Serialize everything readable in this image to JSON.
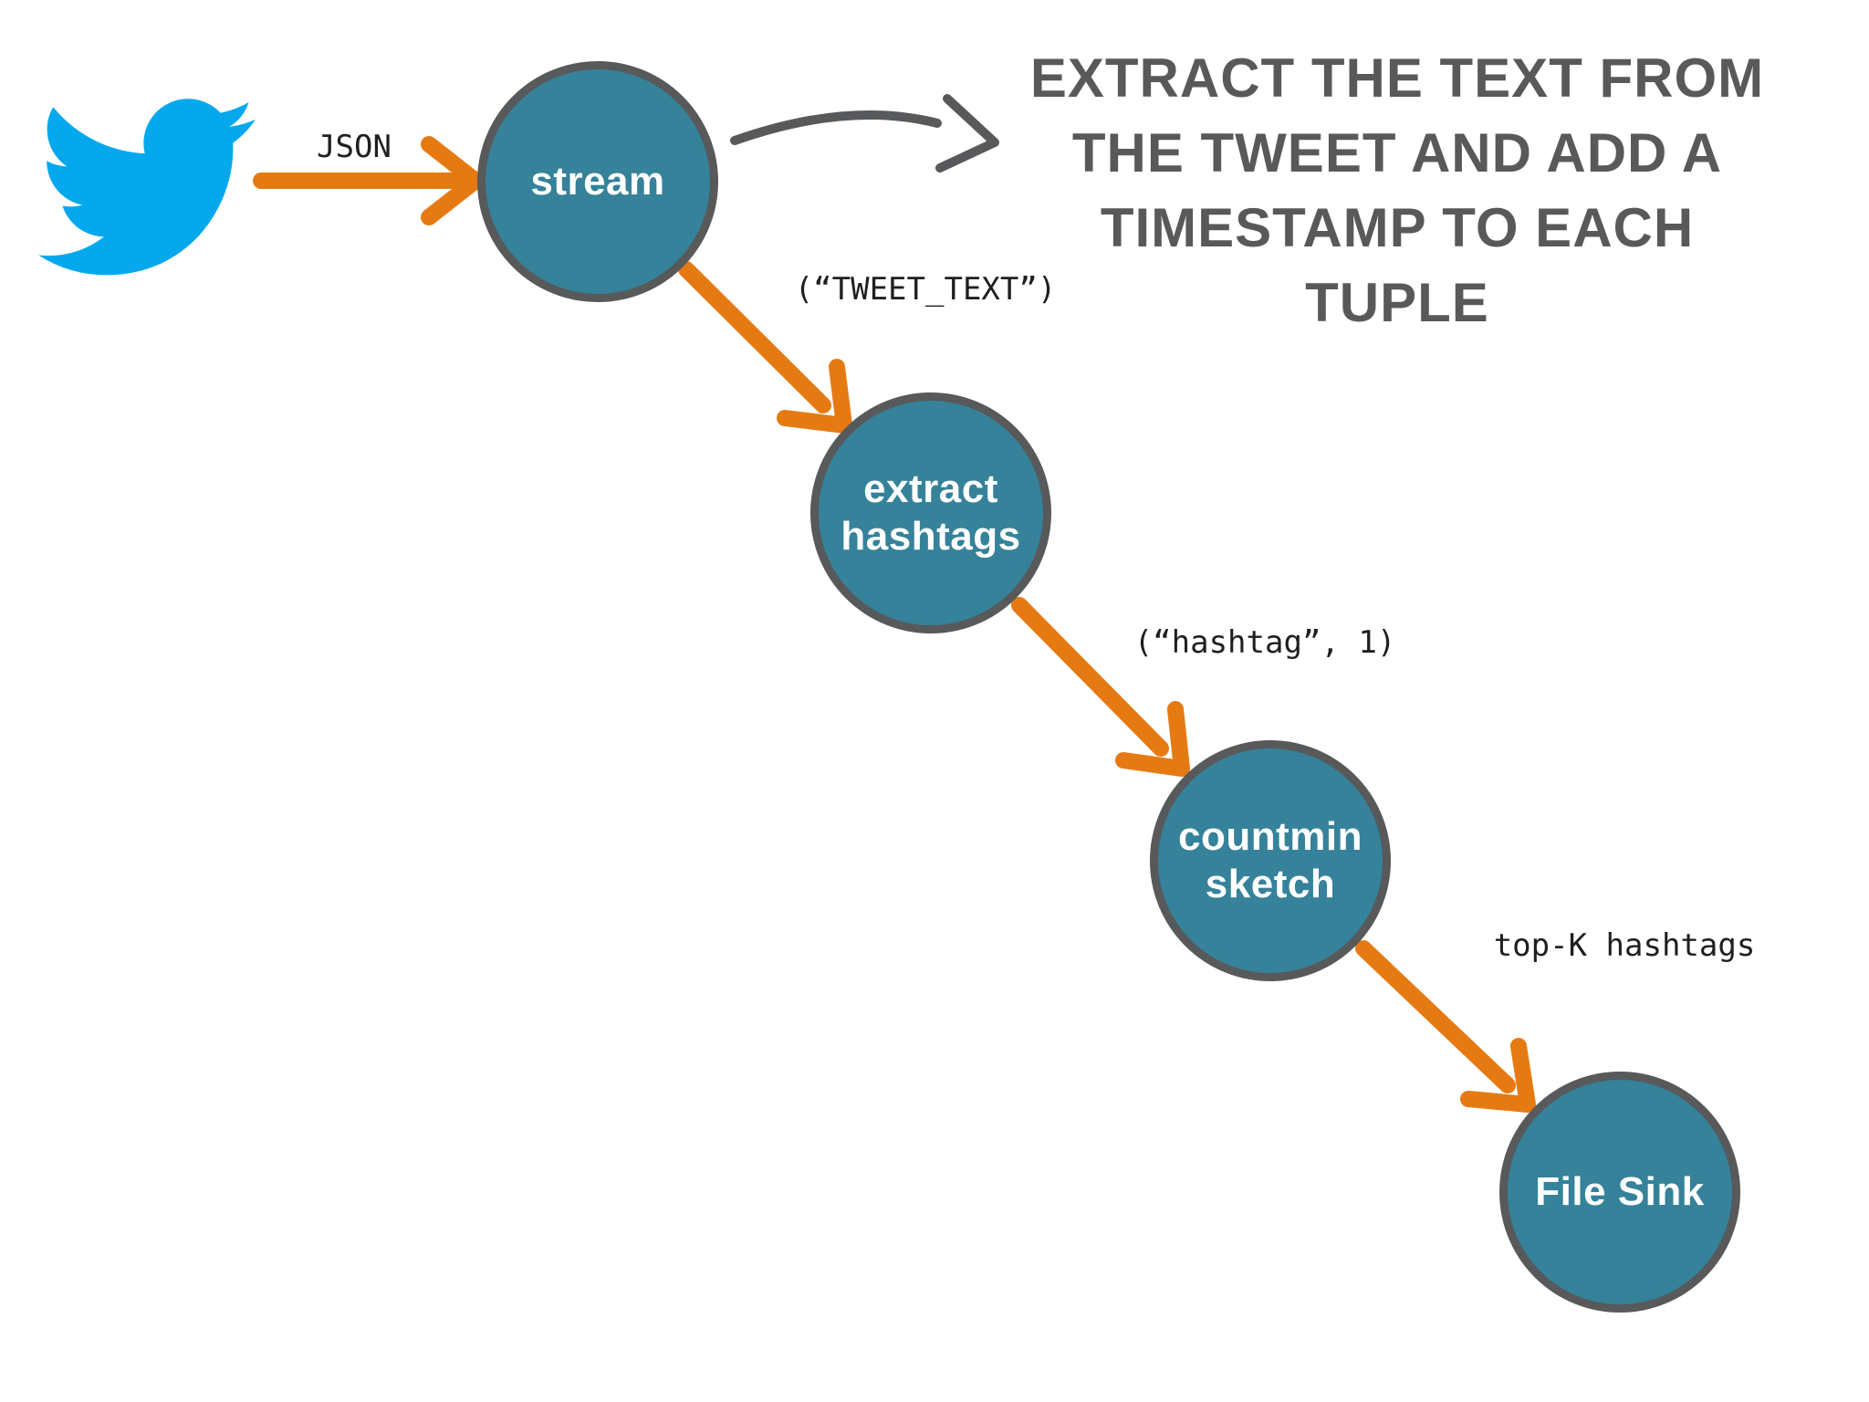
{
  "colors": {
    "twitter_blue": "#05a8ec",
    "arrow_orange": "#e67a12",
    "node_fill": "#35829a",
    "node_border": "#58595b",
    "hand_gray": "#58595b",
    "annotation_gray": "#595959",
    "label_dark": "#1f1f1f"
  },
  "diagram": {
    "annotation": [
      "EXTRACT THE TEXT FROM",
      "THE TWEET AND ADD A",
      "TIMESTAMP TO EACH",
      "TUPLE"
    ],
    "nodes": [
      {
        "id": "stream",
        "label": "stream"
      },
      {
        "id": "extract-hashtags",
        "label": [
          "extract",
          "hashtags"
        ]
      },
      {
        "id": "countmin-sketch",
        "label": [
          "countmin",
          "sketch"
        ]
      },
      {
        "id": "file-sink",
        "label": "File Sink"
      }
    ],
    "edge_labels": {
      "json": "JSON",
      "tweet_text": "(“TWEET_TEXT”)",
      "hashtag_count": "(“hashtag”, 1)",
      "top_k": "top-K hashtags"
    }
  }
}
